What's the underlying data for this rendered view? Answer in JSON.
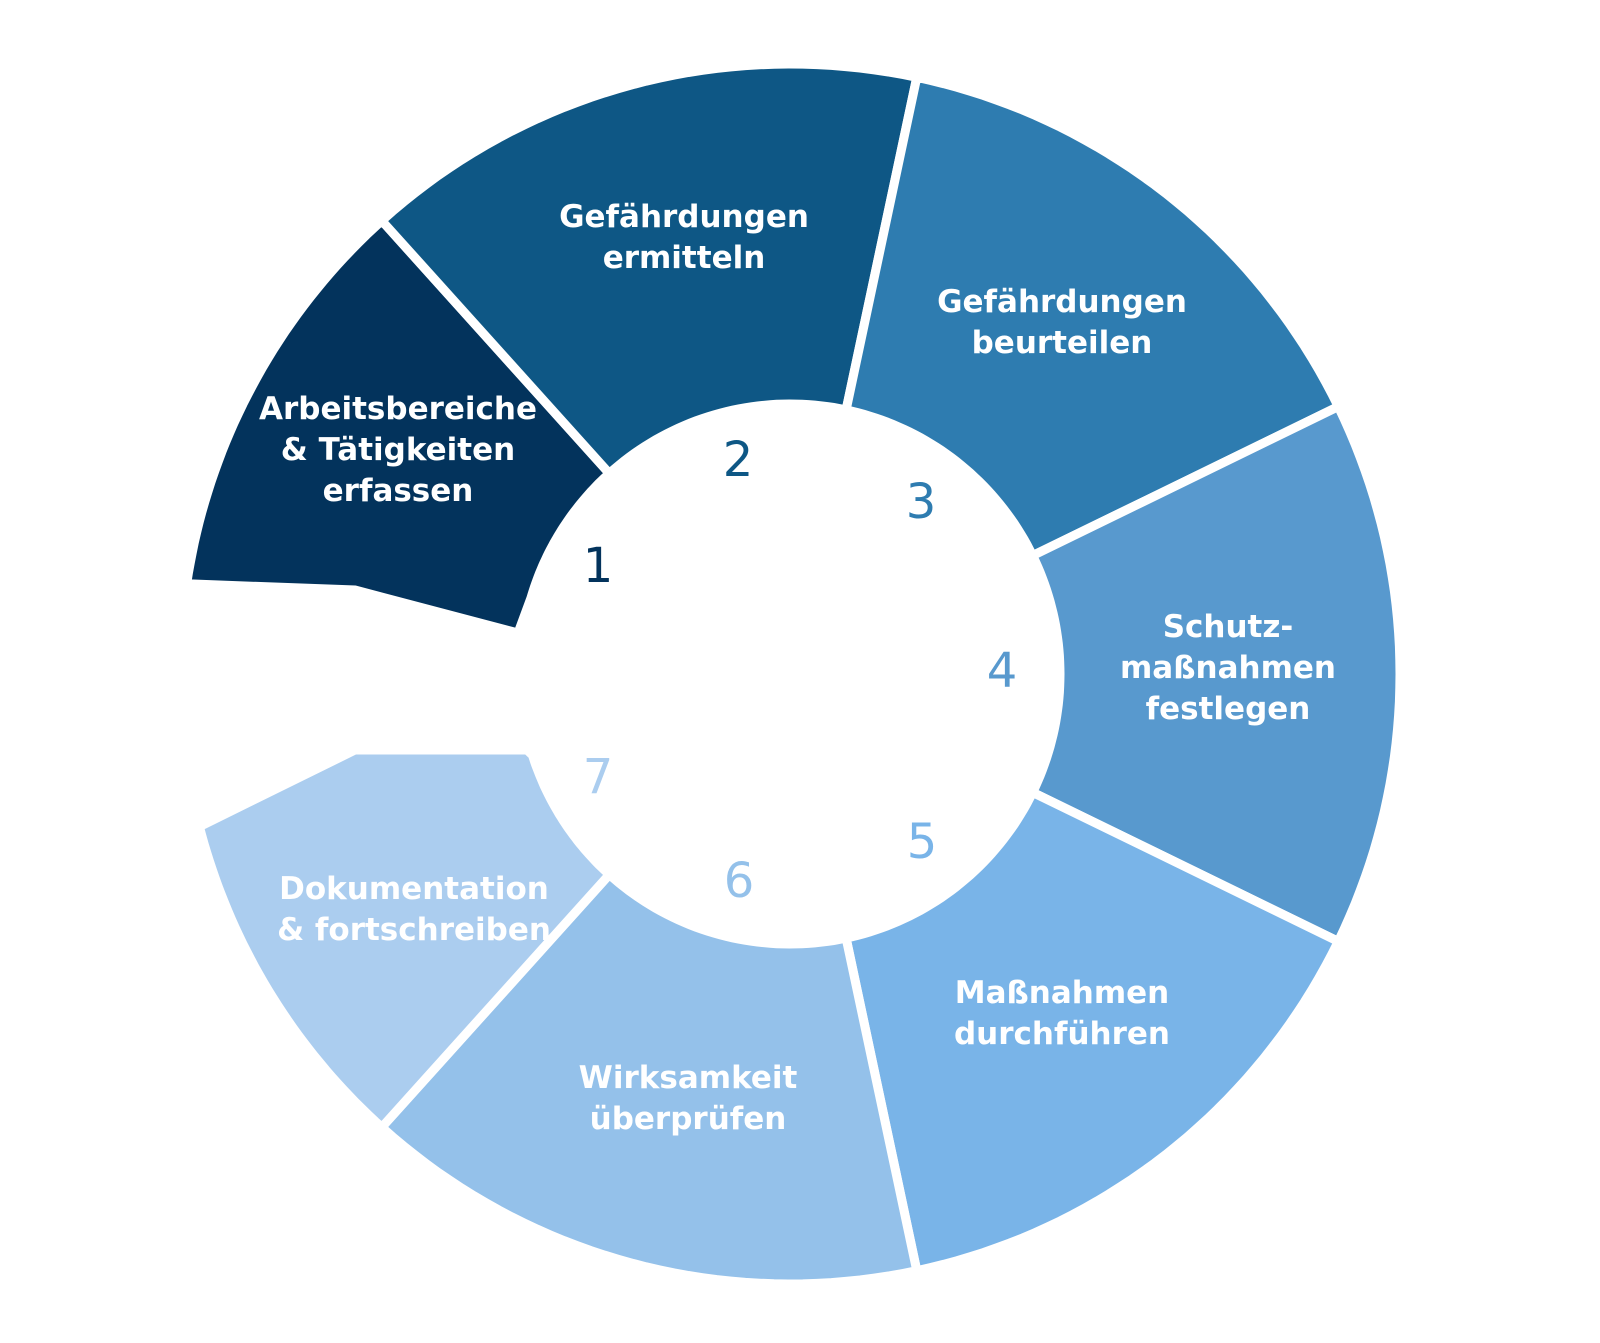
{
  "steps": [
    {
      "number": "1",
      "lines": [
        "Arbeitsbereiche",
        "& Tätigkeiten",
        "erfassen"
      ],
      "color": "#03335c",
      "text_color": "#ffffff",
      "number_color": "#03335c"
    },
    {
      "number": "2",
      "lines": [
        "Gefährdungen",
        "ermitteln"
      ],
      "color": "#0e5785",
      "text_color": "#ffffff",
      "number_color": "#0e5785"
    },
    {
      "number": "3",
      "lines": [
        "Gefährdungen",
        "beurteilen"
      ],
      "color": "#2e7cb0",
      "text_color": "#ffffff",
      "number_color": "#2e7cb0"
    },
    {
      "number": "4",
      "lines": [
        "Schutz-",
        "maßnahmen",
        "festlegen"
      ],
      "color": "#5899ce",
      "text_color": "#ffffff",
      "number_color": "#5899ce"
    },
    {
      "number": "5",
      "lines": [
        "Maßnahmen",
        "durchführen"
      ],
      "color": "#79b4e8",
      "text_color": "#ffffff",
      "number_color": "#79b4e8"
    },
    {
      "number": "6",
      "lines": [
        "Wirksamkeit",
        "überprüfen"
      ],
      "color": "#94c1ea",
      "text_color": "#ffffff",
      "number_color": "#94c1ea"
    },
    {
      "number": "7",
      "lines": [
        "Dokumentation",
        "& fortschreiben"
      ],
      "color": "#abcdef",
      "text_color": "#ffffff",
      "number_color": "#abcdef"
    }
  ]
}
